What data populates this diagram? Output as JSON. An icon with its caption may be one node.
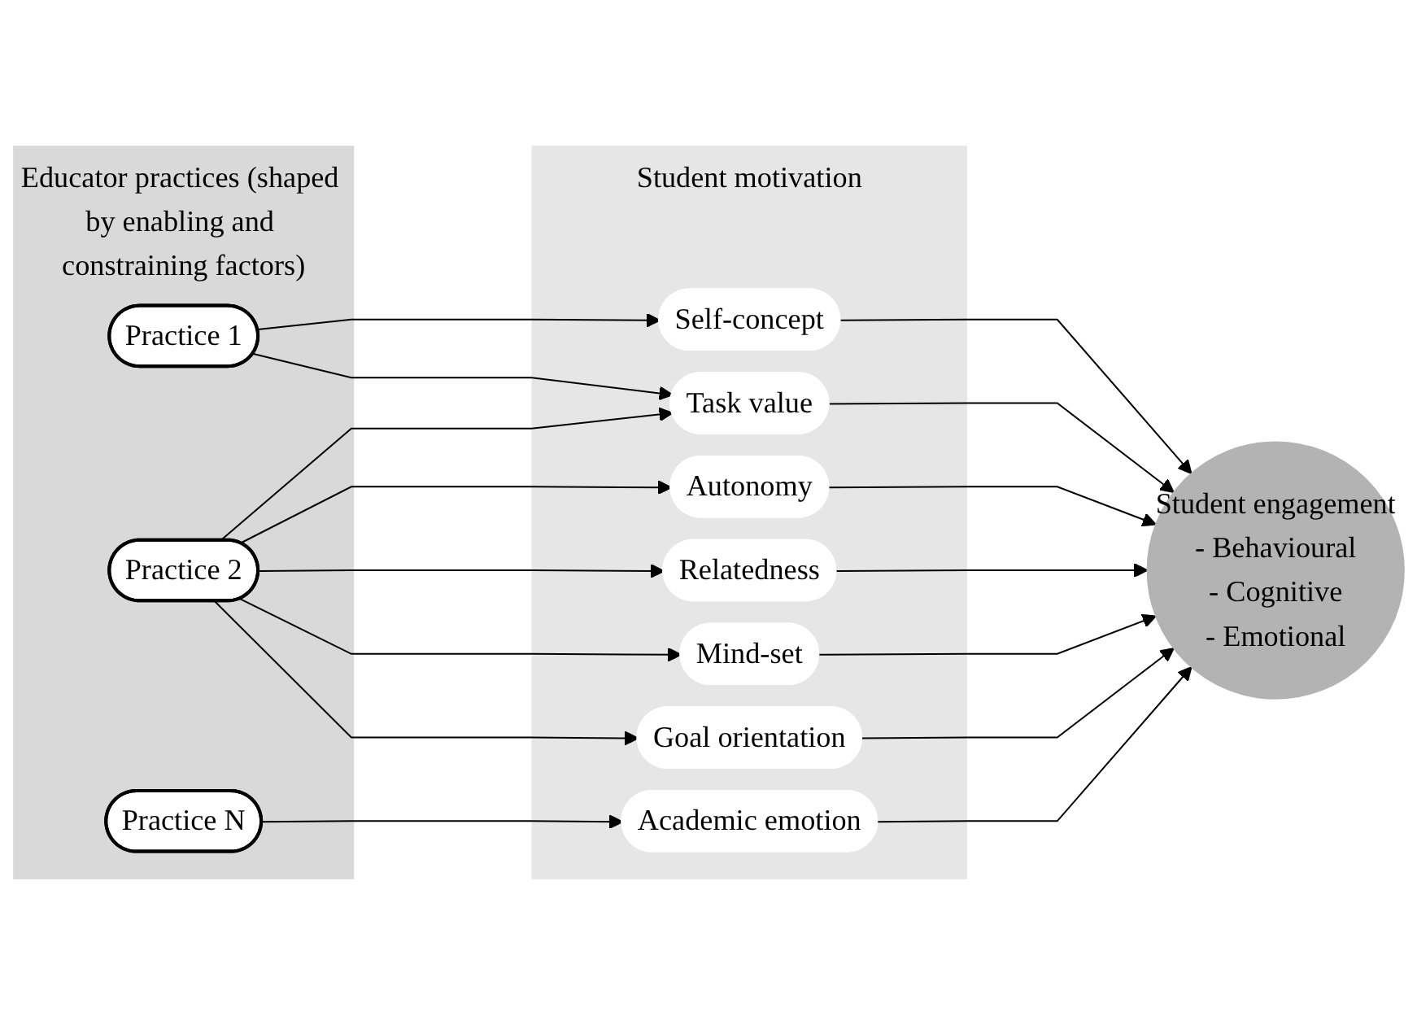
{
  "diagram": {
    "nodes": [
      {
        "text": [
          "Educator practices (shaped by enabling and constraining factors)"
        ]
      },
      {
        "text": [
          "Practice 1"
        ],
        "in": 0
      },
      {
        "text": [
          "Practice 2"
        ],
        "in": 0
      },
      {
        "text": [
          "Practice N"
        ],
        "in": 0
      },
      {
        "text": [
          "Student motivation"
        ]
      },
      {
        "text": [
          "Self-concept"
        ],
        "in": 4
      },
      {
        "text": [
          "Task value"
        ],
        "in": 4
      },
      {
        "text": [
          "Autonomy"
        ],
        "in": 4
      },
      {
        "text": [
          "Relatedness"
        ],
        "in": 4
      },
      {
        "text": [
          "Mind-set"
        ],
        "in": 4
      },
      {
        "text": [
          "Goal orientation"
        ],
        "in": 4
      },
      {
        "text": [
          "Academic emotion"
        ],
        "in": 4
      },
      {
        "text": [
          "Student engagement",
          "- Behavioural",
          "- Cognitive",
          "- Emotional"
        ]
      }
    ],
    "edges": [
      {
        "from": 1,
        "to": 5,
        "arrow": "to"
      },
      {
        "from": 1,
        "to": 6,
        "arrow": "to"
      },
      {
        "from": 2,
        "to": 6,
        "arrow": "to"
      },
      {
        "from": 2,
        "to": 7,
        "arrow": "to"
      },
      {
        "from": 2,
        "to": 8,
        "arrow": "to"
      },
      {
        "from": 2,
        "to": 9,
        "arrow": "to"
      },
      {
        "from": 2,
        "to": 10,
        "arrow": "to"
      },
      {
        "from": 3,
        "to": 11,
        "arrow": "to"
      },
      {
        "from": 5,
        "to": 12,
        "arrow": "to"
      },
      {
        "from": 6,
        "to": 12,
        "arrow": "to"
      },
      {
        "from": 7,
        "to": 12,
        "arrow": "to"
      },
      {
        "from": 8,
        "to": 12,
        "arrow": "to"
      },
      {
        "from": 9,
        "to": 12,
        "arrow": "to"
      },
      {
        "from": 10,
        "to": 12,
        "arrow": "to"
      },
      {
        "from": 11,
        "to": 12,
        "arrow": "to"
      }
    ]
  }
}
